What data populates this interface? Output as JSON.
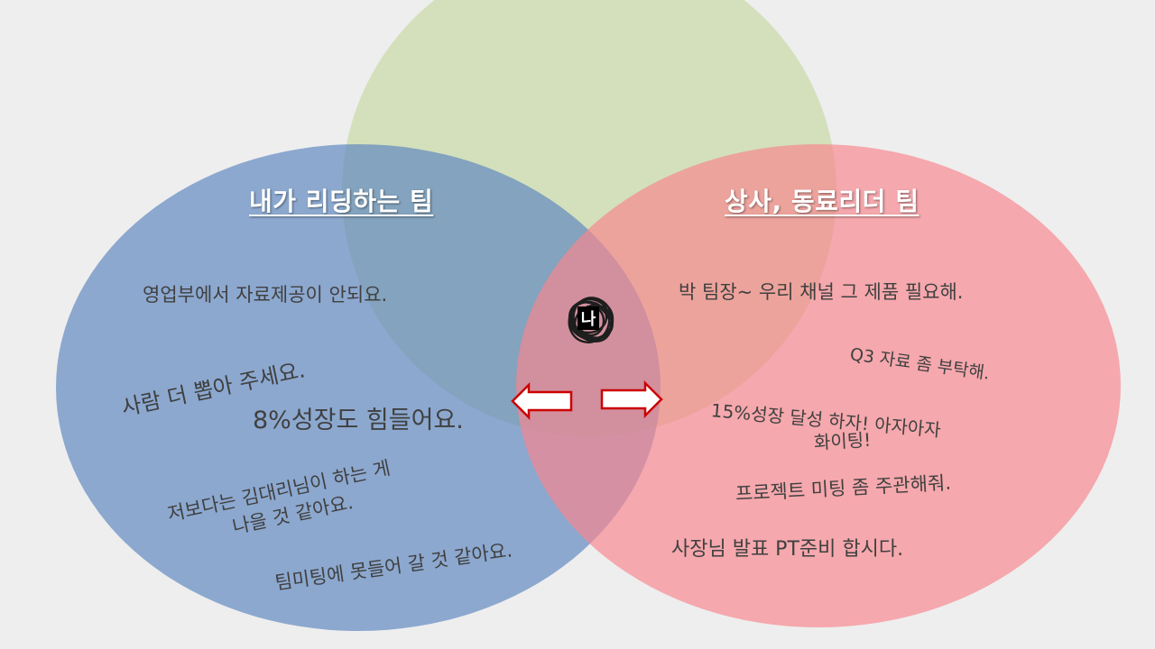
{
  "colors": {
    "background": "#eeeeee",
    "green_circle": "#d3e0bb",
    "blue_circle": "#7fa0cc",
    "pink_circle": "#f7a3a8",
    "text": "#404040",
    "arrow_fill": "#ffffff",
    "arrow_stroke": "#cc0000"
  },
  "diagram": {
    "type": "venn",
    "sets": [
      {
        "id": "top",
        "label": "",
        "color": "#d3e0bb"
      },
      {
        "id": "left",
        "label": "내가 리딩하는 팀",
        "color": "#7fa0cc"
      },
      {
        "id": "right",
        "label": "상사, 동료리더 팀",
        "color": "#f7a3a8"
      }
    ],
    "center_label": "나",
    "arrows": [
      "left",
      "right"
    ]
  },
  "left_team": {
    "title": "내가 리딩하는 팀",
    "notes": [
      "영업부에서 자료제공이 안되요.",
      "사람 더 뽑아 주세요.",
      "8%성장도 힘들어요.",
      "저보다는 김대리님이 하는 게",
      "나을 것 같아요.",
      "팀미팅에 못들어 갈 것 같아요."
    ]
  },
  "right_team": {
    "title": "상사, 동료리더 팀",
    "notes": [
      "박 팀장~ 우리 채널 그 제품 필요해.",
      "Q3 자료 좀 부탁해.",
      "15%성장 달성 하자! 아자아자",
      "화이팅!",
      "프로젝트 미팅 좀 주관해줘.",
      "사장님 발표 PT준비 합시다."
    ]
  },
  "center": {
    "label": "나"
  }
}
